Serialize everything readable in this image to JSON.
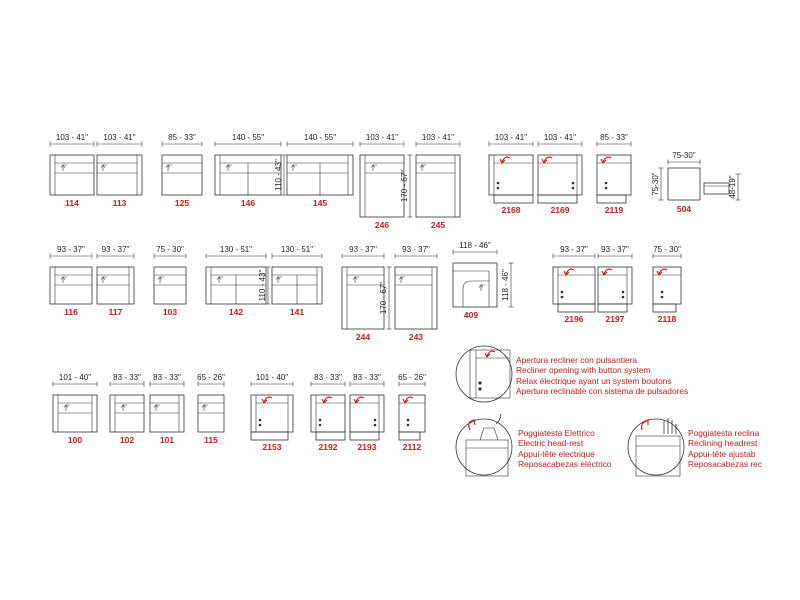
{
  "colors": {
    "line": "#333333",
    "code": "#cc1a1a",
    "dim": "#222222",
    "accent": "#cc1a1a"
  },
  "modules": [
    {
      "code": "114",
      "width": "103 - 41\""
    },
    {
      "code": "113",
      "width": "103 - 41\""
    },
    {
      "code": "125",
      "width": "85 - 33\""
    },
    {
      "code": "146",
      "width": "140 - 55\""
    },
    {
      "code": "145",
      "width": "140 - 55\""
    },
    {
      "code": "246",
      "width": "103 - 41\""
    },
    {
      "code": "245",
      "width": "103 - 41\""
    },
    {
      "code": "2168",
      "width": "103 - 41\""
    },
    {
      "code": "2169",
      "width": "103 - 41\""
    },
    {
      "code": "2119",
      "width": "85 - 33\""
    },
    {
      "code": "504",
      "width": "75-30\""
    },
    {
      "code": "116",
      "width": "93 - 37\""
    },
    {
      "code": "117",
      "width": "93 - 37\""
    },
    {
      "code": "103",
      "width": "75 - 30\""
    },
    {
      "code": "142",
      "width": "130 - 51\""
    },
    {
      "code": "141",
      "width": "130 - 51\""
    },
    {
      "code": "244",
      "width": "93 - 37\""
    },
    {
      "code": "243",
      "width": "93 - 37\""
    },
    {
      "code": "409",
      "width": "118 - 46\""
    },
    {
      "code": "2196",
      "width": "93 - 37\""
    },
    {
      "code": "2197",
      "width": "93 - 37\""
    },
    {
      "code": "2118",
      "width": "75 - 30\""
    },
    {
      "code": "100",
      "width": "101 - 40\""
    },
    {
      "code": "102",
      "width": "83 - 33\""
    },
    {
      "code": "101",
      "width": "83 - 33\""
    },
    {
      "code": "115",
      "width": "65 - 26\""
    },
    {
      "code": "2153",
      "width": "101 - 40\""
    },
    {
      "code": "2192",
      "width": "83 - 33\""
    },
    {
      "code": "2193",
      "width": "83 - 33\""
    },
    {
      "code": "2112",
      "width": "65 - 26\""
    }
  ],
  "depth_labels": {
    "row1": "110 - 43\"",
    "chaise1": "170 - 67\"",
    "pouf_depth": "75-30\"",
    "pouf_height": "48-19\"",
    "row2": "110 - 43\"",
    "chaise2": "170 - 67\"",
    "corner": "118 - 46\""
  },
  "legend": {
    "recliner_button": [
      "Apertura recliner con pulsantiera",
      "Recliner opening with button system",
      "Relax électrique ayant un system boutons",
      "Apertura reclinable con sistema de pulsadores"
    ],
    "electric_headrest": [
      "Poggiatesta Elettrico",
      "Electric  head-rest",
      "Appui-tête  electrique",
      "Reposacabezas eléctrico"
    ],
    "reclining_headrest": [
      "Poggiatesta reclina",
      "Reclining headrest",
      "Appui-tête ajustab",
      "Reposacabezas rec"
    ]
  }
}
